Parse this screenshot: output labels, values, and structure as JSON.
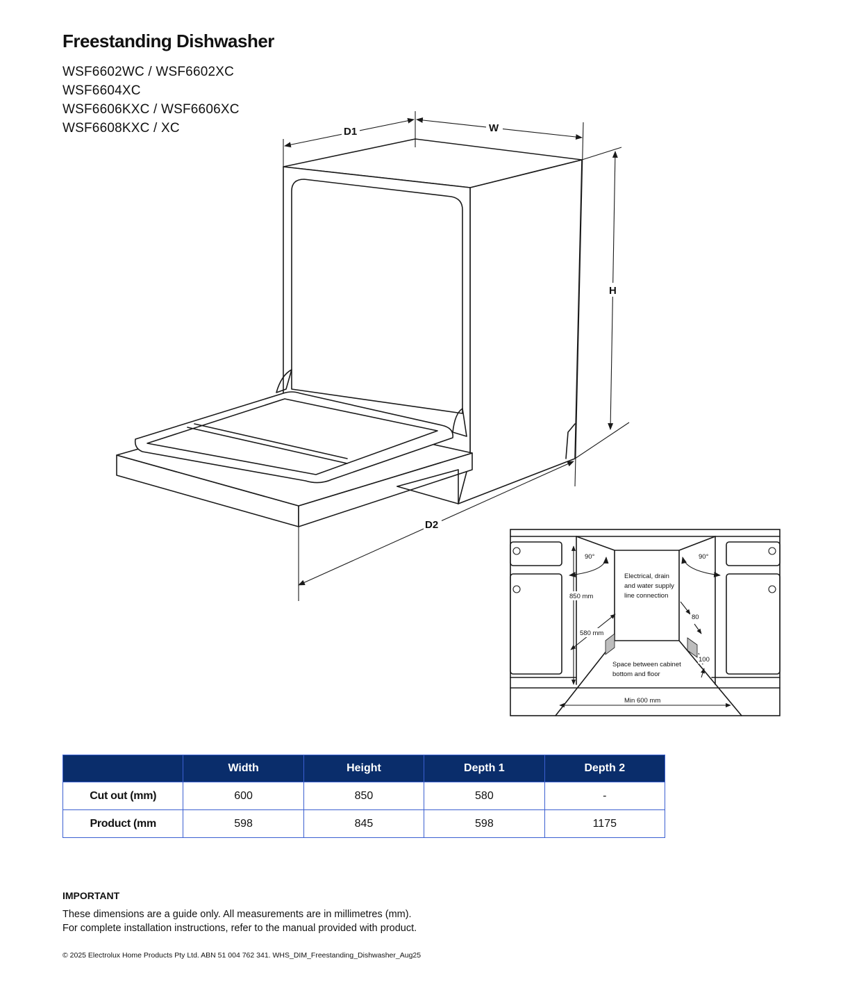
{
  "header": {
    "title": "Freestanding Dishwasher",
    "models": [
      "WSF6602WC / WSF6602XC",
      "WSF6604XC",
      "WSF6606KXC / WSF6606XC",
      "WSF6608KXC / XC"
    ]
  },
  "diagram": {
    "labels": {
      "d1": "D1",
      "w": "W",
      "h": "H",
      "d2": "D2"
    }
  },
  "inset": {
    "angle_left": "90°",
    "angle_right": "90°",
    "height": "850 mm",
    "depth": "580 mm",
    "connection_note": [
      "Electrical, drain",
      "and water supply",
      "line connection"
    ],
    "gap_top": "80",
    "gap_bottom": "100",
    "space_note": [
      "Space between cabinet",
      "bottom and floor"
    ],
    "min_width": "Min 600 mm"
  },
  "table": {
    "headers": [
      "",
      "Width",
      "Height",
      "Depth 1",
      "Depth 2"
    ],
    "rows": [
      {
        "label": "Cut out (mm)",
        "values": [
          "600",
          "850",
          "580",
          "-"
        ]
      },
      {
        "label": "Product (mm",
        "values": [
          "598",
          "845",
          "598",
          "1175"
        ]
      }
    ]
  },
  "important": {
    "heading": "IMPORTANT",
    "lines": [
      "These dimensions are a guide only. All measurements are in millimetres (mm).",
      "For complete installation instructions, refer to the manual provided with product."
    ]
  },
  "footer": {
    "text": "© 2025 Electrolux Home Products Pty Ltd. ABN 51 004 762 341.  WHS_DIM_Freestanding_Dishwasher_Aug25"
  }
}
